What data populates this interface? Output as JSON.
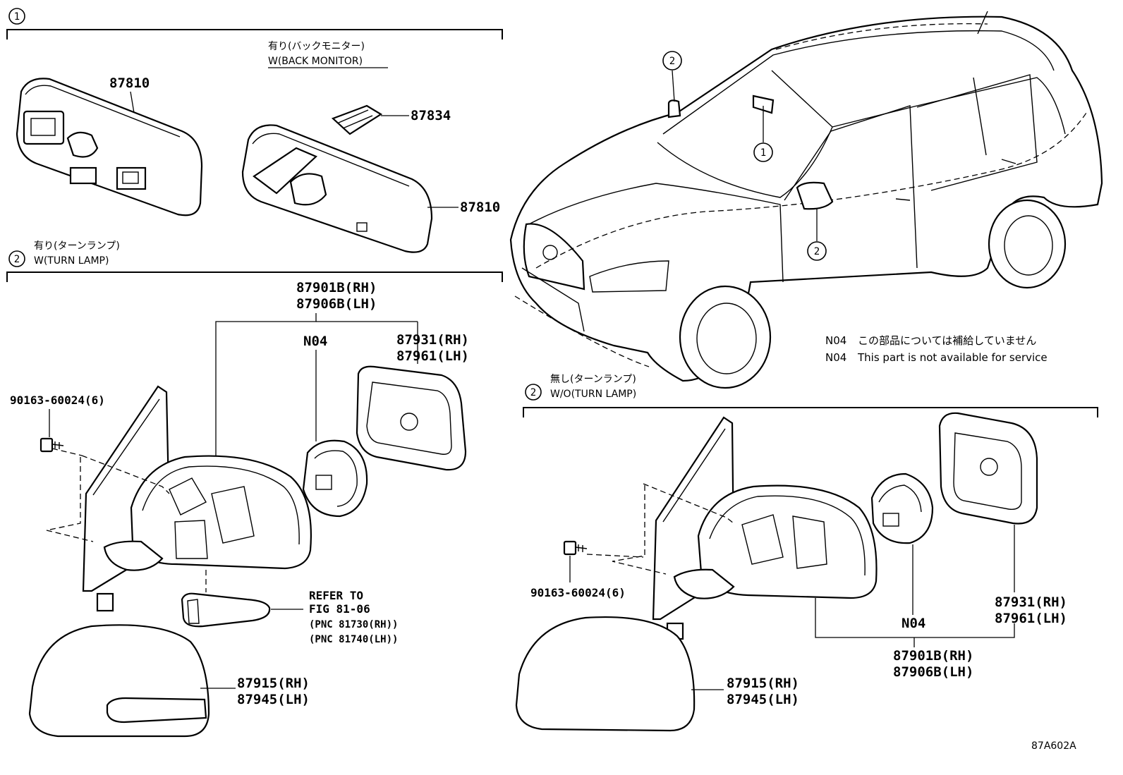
{
  "sections": {
    "s1": {
      "marker": "1"
    },
    "s1_option": {
      "jp": "有り(バックモニター)",
      "en": "W(BACK MONITOR)"
    },
    "s2_left": {
      "marker": "2",
      "jp": "有り(ターンランプ)",
      "en": "W(TURN LAMP)"
    },
    "s2_right": {
      "marker": "2",
      "jp": "無し(ターンランプ)",
      "en": "W/O(TURN LAMP)"
    }
  },
  "parts": {
    "mirror_inner_a": "87810",
    "bracket": "87834",
    "mirror_inner_b": "87810",
    "left": {
      "mirror_rh": "87901B(RH)",
      "mirror_lh": "87906B(LH)",
      "n04": "N04",
      "glass_rh": "87931(RH)",
      "glass_lh": "87961(LH)",
      "screw": "90163-60024(6)",
      "refer1": "REFER TO",
      "refer2": "FIG 81-06",
      "refer3": "(PNC 81730(RH))",
      "refer4": "(PNC 81740(LH))",
      "cover_rh": "87915(RH)",
      "cover_lh": "87945(LH)"
    },
    "right": {
      "screw": "90163-60024(6)",
      "glass_rh": "87931(RH)",
      "glass_lh": "87961(LH)",
      "n04": "N04",
      "mirror_rh": "87901B(RH)",
      "mirror_lh": "87906B(LH)",
      "cover_rh": "87915(RH)",
      "cover_lh": "87945(LH)"
    }
  },
  "car_markers": {
    "a": "2",
    "b": "1",
    "c": "2"
  },
  "notes": {
    "jp_code": "N04",
    "jp_text": "この部品については補給していません",
    "en_code": "N04",
    "en_text": "This part is not available for service"
  },
  "figure_id": "87A602A"
}
